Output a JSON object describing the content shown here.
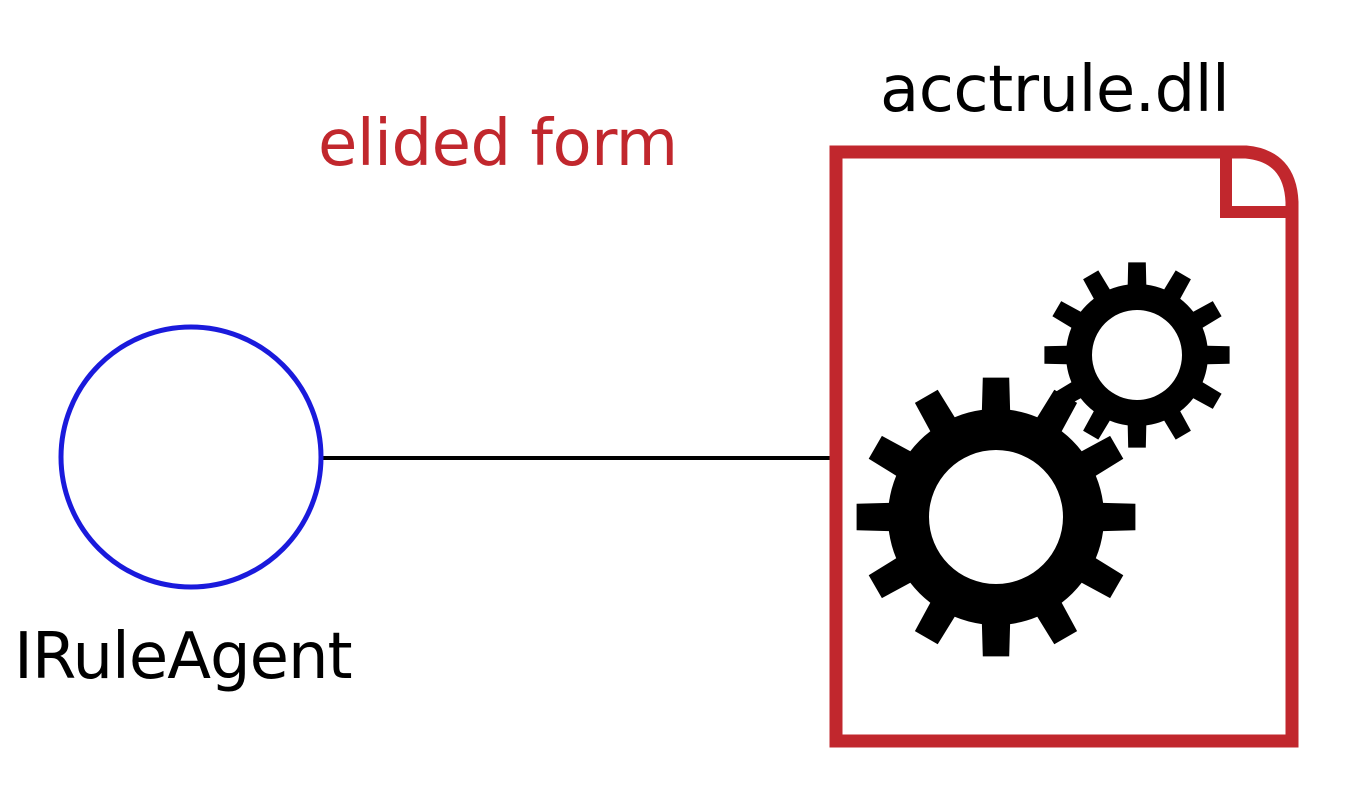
{
  "diagram": {
    "caption": "elided form",
    "component_name": "acctrule.dll",
    "interface_name": "IRuleAgent",
    "colors": {
      "caption": "#c1272d",
      "component_border": "#c1272d",
      "interface_circle": "#1a1adc",
      "connector": "#000000",
      "gears": "#000000",
      "text": "#000000"
    },
    "icons": {
      "component": "document-icon",
      "component_content": "gears-icon"
    }
  }
}
